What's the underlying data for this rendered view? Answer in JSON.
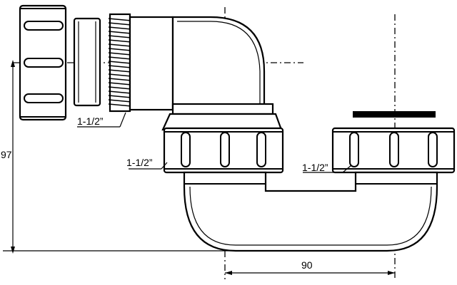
{
  "labels": {
    "thread_top": "1-1/2”",
    "thread_left": "1-1/2”",
    "thread_right": "1-1/2”",
    "height_dim": "97",
    "spacing_dim": "90"
  }
}
